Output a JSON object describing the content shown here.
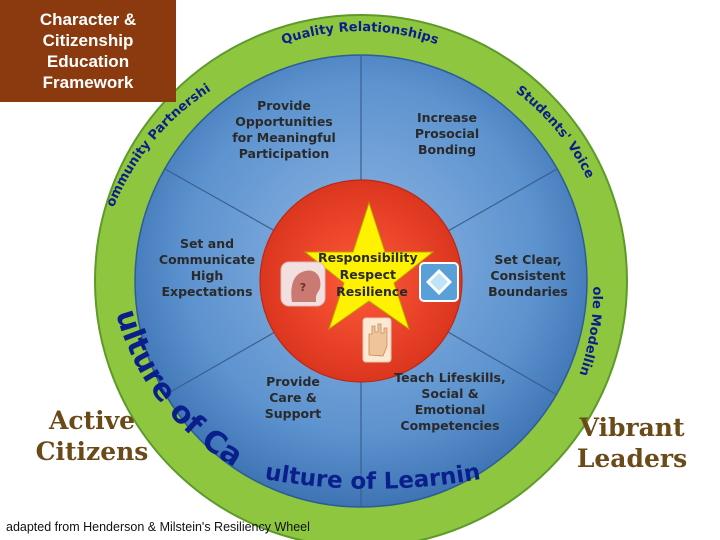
{
  "title_lines": [
    "Character &",
    "Citizenship",
    "Education",
    "Framework"
  ],
  "outer_ring": {
    "top": "Quality Relationships",
    "upper_left": "Community Partnership",
    "upper_right": "Students' Voice",
    "left": "Culture of Care",
    "right": "Role Modelling",
    "bottom": "Culture of Learning"
  },
  "segments": {
    "top_left": "Provide\nOpportunities\nfor Meaningful\nParticipation",
    "top_right": "Increase\nProsocial\nBonding",
    "mid_left": "Set and\nCommunicate\nHigh\nExpectations",
    "mid_right": "Set Clear,\nConsistent\nBoundaries",
    "bottom_left": "Provide\nCare &\nSupport",
    "bottom_right": "Teach Lifeskills,\nSocial &\nEmotional\nCompetencies"
  },
  "center_values": [
    "Responsibility",
    "Respect",
    "Resilience"
  ],
  "left_side_lines": [
    "Active",
    "Citizens"
  ],
  "right_side_lines": [
    "Vibrant",
    "Leaders"
  ],
  "footer": "adapted from Henderson & Milstein's Resiliency Wheel",
  "colors": {
    "title_bg": "#8b3a0f",
    "green_ring": "#8ec63f",
    "blue_disc": "#4a86c5",
    "red_core": "#e8412a",
    "star": "#fff200",
    "side_text": "#6b4a1a",
    "arc_text": "#0a1f8c"
  },
  "icons": [
    "question-head-icon",
    "diamond-badge-icon",
    "raised-hand-icon"
  ]
}
